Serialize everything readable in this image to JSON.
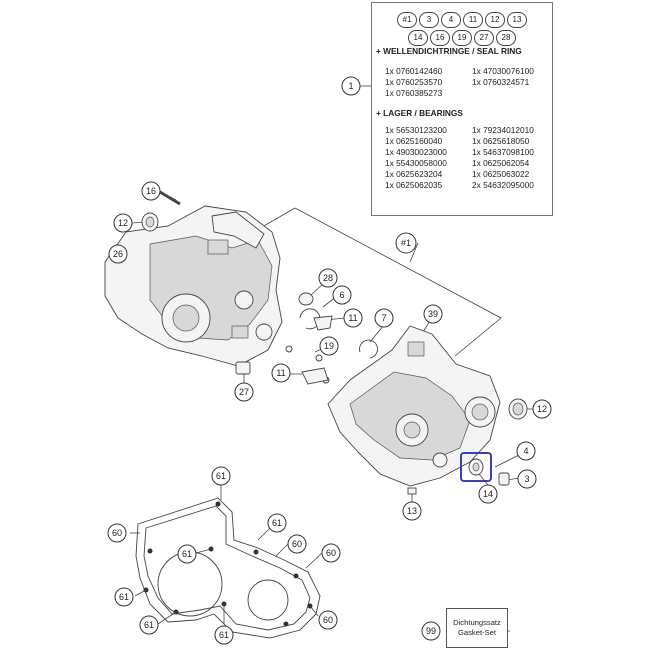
{
  "info_box": {
    "numbers_row1": [
      "#1",
      "3",
      "4",
      "11",
      "12",
      "13"
    ],
    "numbers_row2": [
      "14",
      "16",
      "19",
      "27",
      "28"
    ],
    "seal_title": "+ WELLENDICHTRINGE / SEAL RING",
    "seal_items": [
      "1x 0760142460",
      "1x 47030076100",
      "1x 0760253570",
      "1x 0760324571",
      "1x 0760385273"
    ],
    "bearing_title": "+ LAGER / BEARINGS",
    "bearing_items": [
      "1x 56530123200",
      "1x 79234012010",
      "1x 0625160040",
      "1x 0625618050",
      "1x 49030023000",
      "1x 54637098100",
      "1x 55430058000",
      "1x 0625062054",
      "1x 0625623204",
      "1x 0625063022",
      "1x 0625062035",
      "2x 54632095000"
    ]
  },
  "callouts": {
    "c1": "1",
    "c16": "16",
    "c12a": "12",
    "c26": "26",
    "c28": "28",
    "c6": "6",
    "c11a": "11",
    "c7": "7",
    "c39": "39",
    "c19": "19",
    "c11b": "11",
    "c27": "27",
    "c12b": "12",
    "c4": "4",
    "c3": "3",
    "c14": "14",
    "c13": "13",
    "c1hash": "#1",
    "c61a": "61",
    "c60a": "60",
    "c61b": "61",
    "c61c": "61",
    "c60b": "60",
    "c60c": "60",
    "c61d": "61",
    "c61e": "61",
    "c60d": "60",
    "c61f": "61",
    "c99": "99"
  },
  "gasket_set": {
    "line1": "Dichtungssatz",
    "line2": "Gasket-Set"
  },
  "highlight_color": "#3b3fb0"
}
